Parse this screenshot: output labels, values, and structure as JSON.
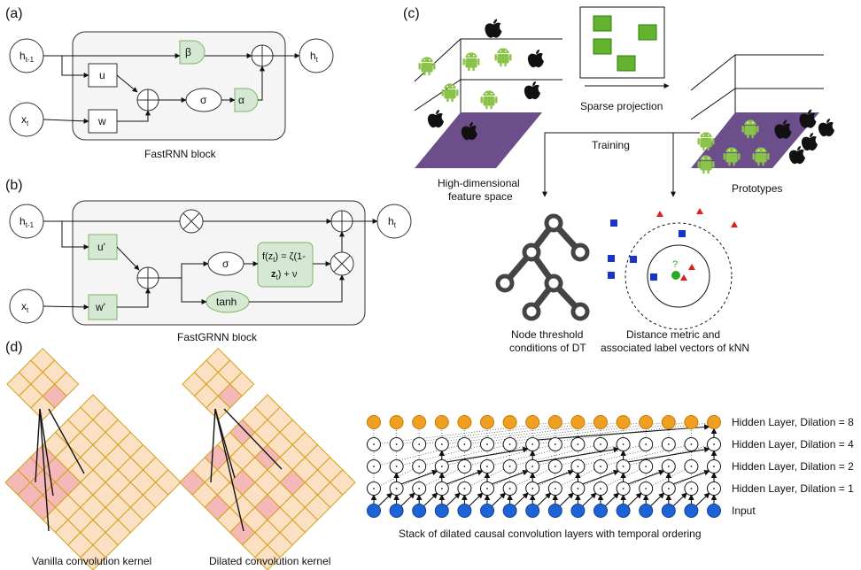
{
  "panels": {
    "a": "(a)",
    "b": "(b)",
    "c": "(c)",
    "d": "(d)"
  },
  "fastrnn": {
    "caption": "FastRNN block",
    "h_prev": "h",
    "h_prev_sub": "t-1",
    "x": "x",
    "x_sub": "t",
    "h_out": "h",
    "h_out_sub": "t",
    "u": "u",
    "w": "w",
    "beta": "β",
    "alpha": "α",
    "sigma": "σ"
  },
  "fastgrnn": {
    "caption": "FastGRNN block",
    "h_prev": "h",
    "h_prev_sub": "t-1",
    "x": "x",
    "x_sub": "t",
    "h_out": "h",
    "h_out_sub": "t",
    "u": "u'",
    "w": "w'",
    "sigma": "σ",
    "tanh": "tanh",
    "gate_line1": "f(z",
    "gate_line1_sub": "t",
    "gate_line1_end": ") = ζ(1-",
    "gate_line2": "z",
    "gate_line2_sub": "t",
    "gate_line2_end": ") + ν"
  },
  "panel_c": {
    "sparse_projection": "Sparse projection",
    "training": "Training",
    "feature_space_line1": "High-dimensional",
    "feature_space_line2": "feature space",
    "prototypes": "Prototypes",
    "dt_line1": "Node threshold",
    "dt_line2": "conditions of DT",
    "knn_line1": "Distance metric and",
    "knn_line2": "associated label vectors of kNN",
    "query_mark": "?"
  },
  "panel_d": {
    "vanilla": "Vanilla convolution kernel",
    "dilated": "Dilated convolution kernel",
    "tcn_caption": "Stack of dilated causal convolution layers with temporal ordering",
    "layers": [
      "Hidden Layer, Dilation = 8",
      "Hidden Layer, Dilation = 4",
      "Hidden Layer, Dilation = 2",
      "Hidden Layer, Dilation = 1",
      "Input"
    ]
  },
  "colors": {
    "android": "#8bc34a",
    "apple": "#111111",
    "plane": "#6b4e8a",
    "green_box": "#d5e8d4",
    "green_box_border": "#82b366",
    "block_bg": "#f5f5f5",
    "orange": "#f0a020",
    "blue": "#1e63d6",
    "grid_fill": "#fbe0c3",
    "grid_line": "#d4a017",
    "grid_pink": "#f5b8b8"
  }
}
